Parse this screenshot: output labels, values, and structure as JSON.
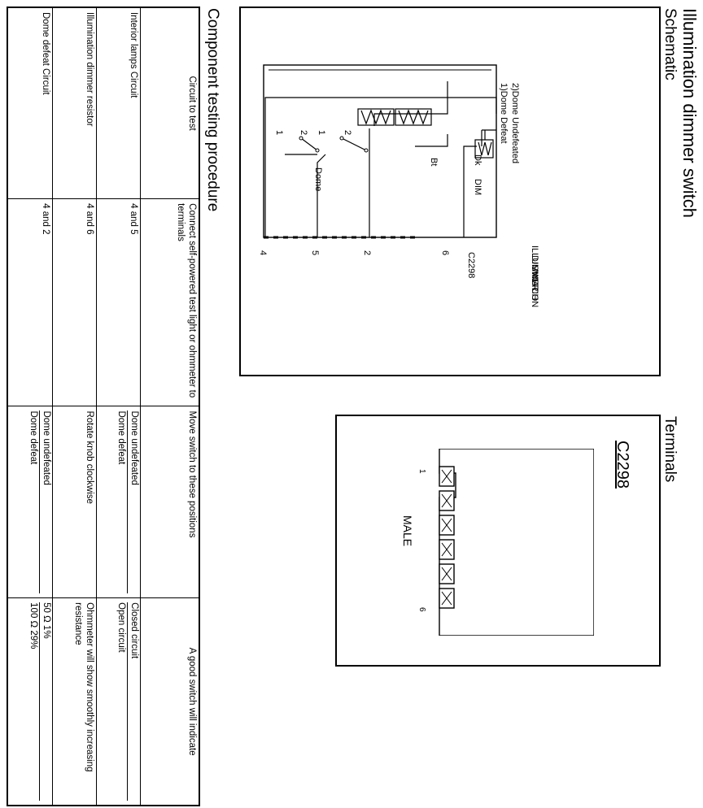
{
  "title": "Illumination dimmer switch",
  "schematic": {
    "heading": "Schematic",
    "legend_1": "1)Dome Defeat",
    "legend_2": "2)Dome Undefeated",
    "switch_name": [
      "ILLUMINATION",
      "DIMMER",
      "SWITCH"
    ],
    "connector": "C2298",
    "label_dk": "Dk",
    "label_dim": "DIM",
    "label_bt": "Bt",
    "label_dome": "Dome",
    "pos_1": "1",
    "pos_2": "2",
    "terminals": [
      "6",
      "2",
      "5",
      "4"
    ]
  },
  "terminals": {
    "heading": "Terminals",
    "connector": "C2298",
    "gender": "MALE",
    "pin_first": "1",
    "pin_last": "6",
    "pin_count": 6
  },
  "procedure": {
    "heading": "Component testing procedure",
    "headers": {
      "circuit": "Circuit to test",
      "connect": "Connect self-powered test light or ohmmeter to terminals",
      "move": "Move switch to these positions",
      "result": "A good switch will indicate"
    },
    "rows": [
      {
        "circuit": "Interior lamps Circuit",
        "terminals": "4 and 5",
        "positions": [
          "Dome undefeated",
          "Dome defeat"
        ],
        "results": [
          "Closed circuit",
          "Open circuit"
        ]
      },
      {
        "circuit": "Illumination dimmer resistor",
        "terminals": "4 and 6",
        "positions": [
          "Rotate knob clockwise"
        ],
        "results": [
          "Ohmmeter will show smoothly increasing resistance"
        ]
      },
      {
        "circuit": "Dome defeat Circuit",
        "terminals": "4 and 2",
        "positions": [
          "Dome undefeated",
          "Dome defeat"
        ],
        "results": [
          "50 Ω    1%",
          "100 Ω    29%"
        ]
      }
    ]
  }
}
